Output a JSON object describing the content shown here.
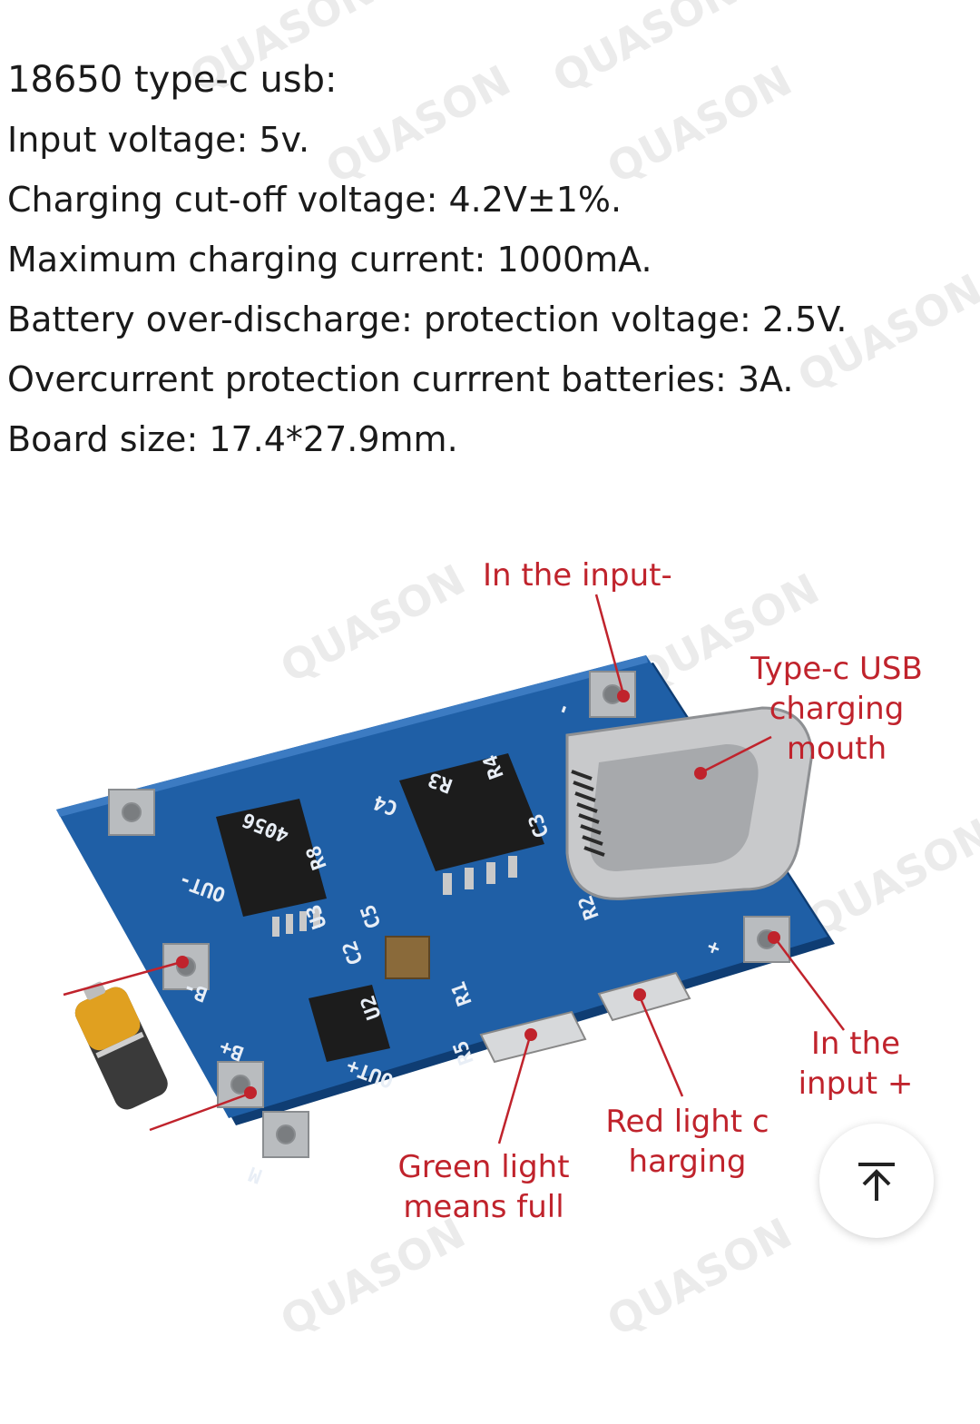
{
  "specs": {
    "title": "18650 type-c usb:",
    "lines": [
      "Input voltage:  5v.",
      "Charging cut-off voltage:  4.2V±1%.",
      "Maximum charging current:  1000mA.",
      "Battery over-discharge:  protection voltage:  2.5V.",
      "Overcurrent protection currrent batteries:  3A.",
      "Board size:  17.4*27.9mm."
    ]
  },
  "watermark": "QUASON",
  "callouts": {
    "input_minus": "In the input-",
    "usb_line1": "Type-c USB",
    "usb_line2": "charging",
    "usb_line3": "mouth",
    "input_plus_line1": "In the",
    "input_plus_line2": "input +",
    "red_line1": "Red light c",
    "red_line2": "harging",
    "green_line1": "Green light",
    "green_line2": "means full"
  },
  "board_silk": {
    "chip_label": "4056",
    "out_minus": "OUT-",
    "out_plus": "OUT+",
    "b_minus": "B-",
    "b_plus": "B+",
    "r3": "R3",
    "r4": "R4",
    "r8": "R8",
    "c4": "C4",
    "c5": "C5",
    "c2": "C2",
    "c3": "C3",
    "r2": "R2",
    "r1": "R1",
    "r5": "R5",
    "u2": "U2",
    "u3": "U3",
    "plus": "+",
    "minus": "-",
    "m": "M"
  },
  "colors": {
    "label_red": "#c0232c",
    "pcb_blue": "#1f5fa6"
  },
  "scroll_top": {
    "icon": "arrow-up-to-top-icon"
  }
}
